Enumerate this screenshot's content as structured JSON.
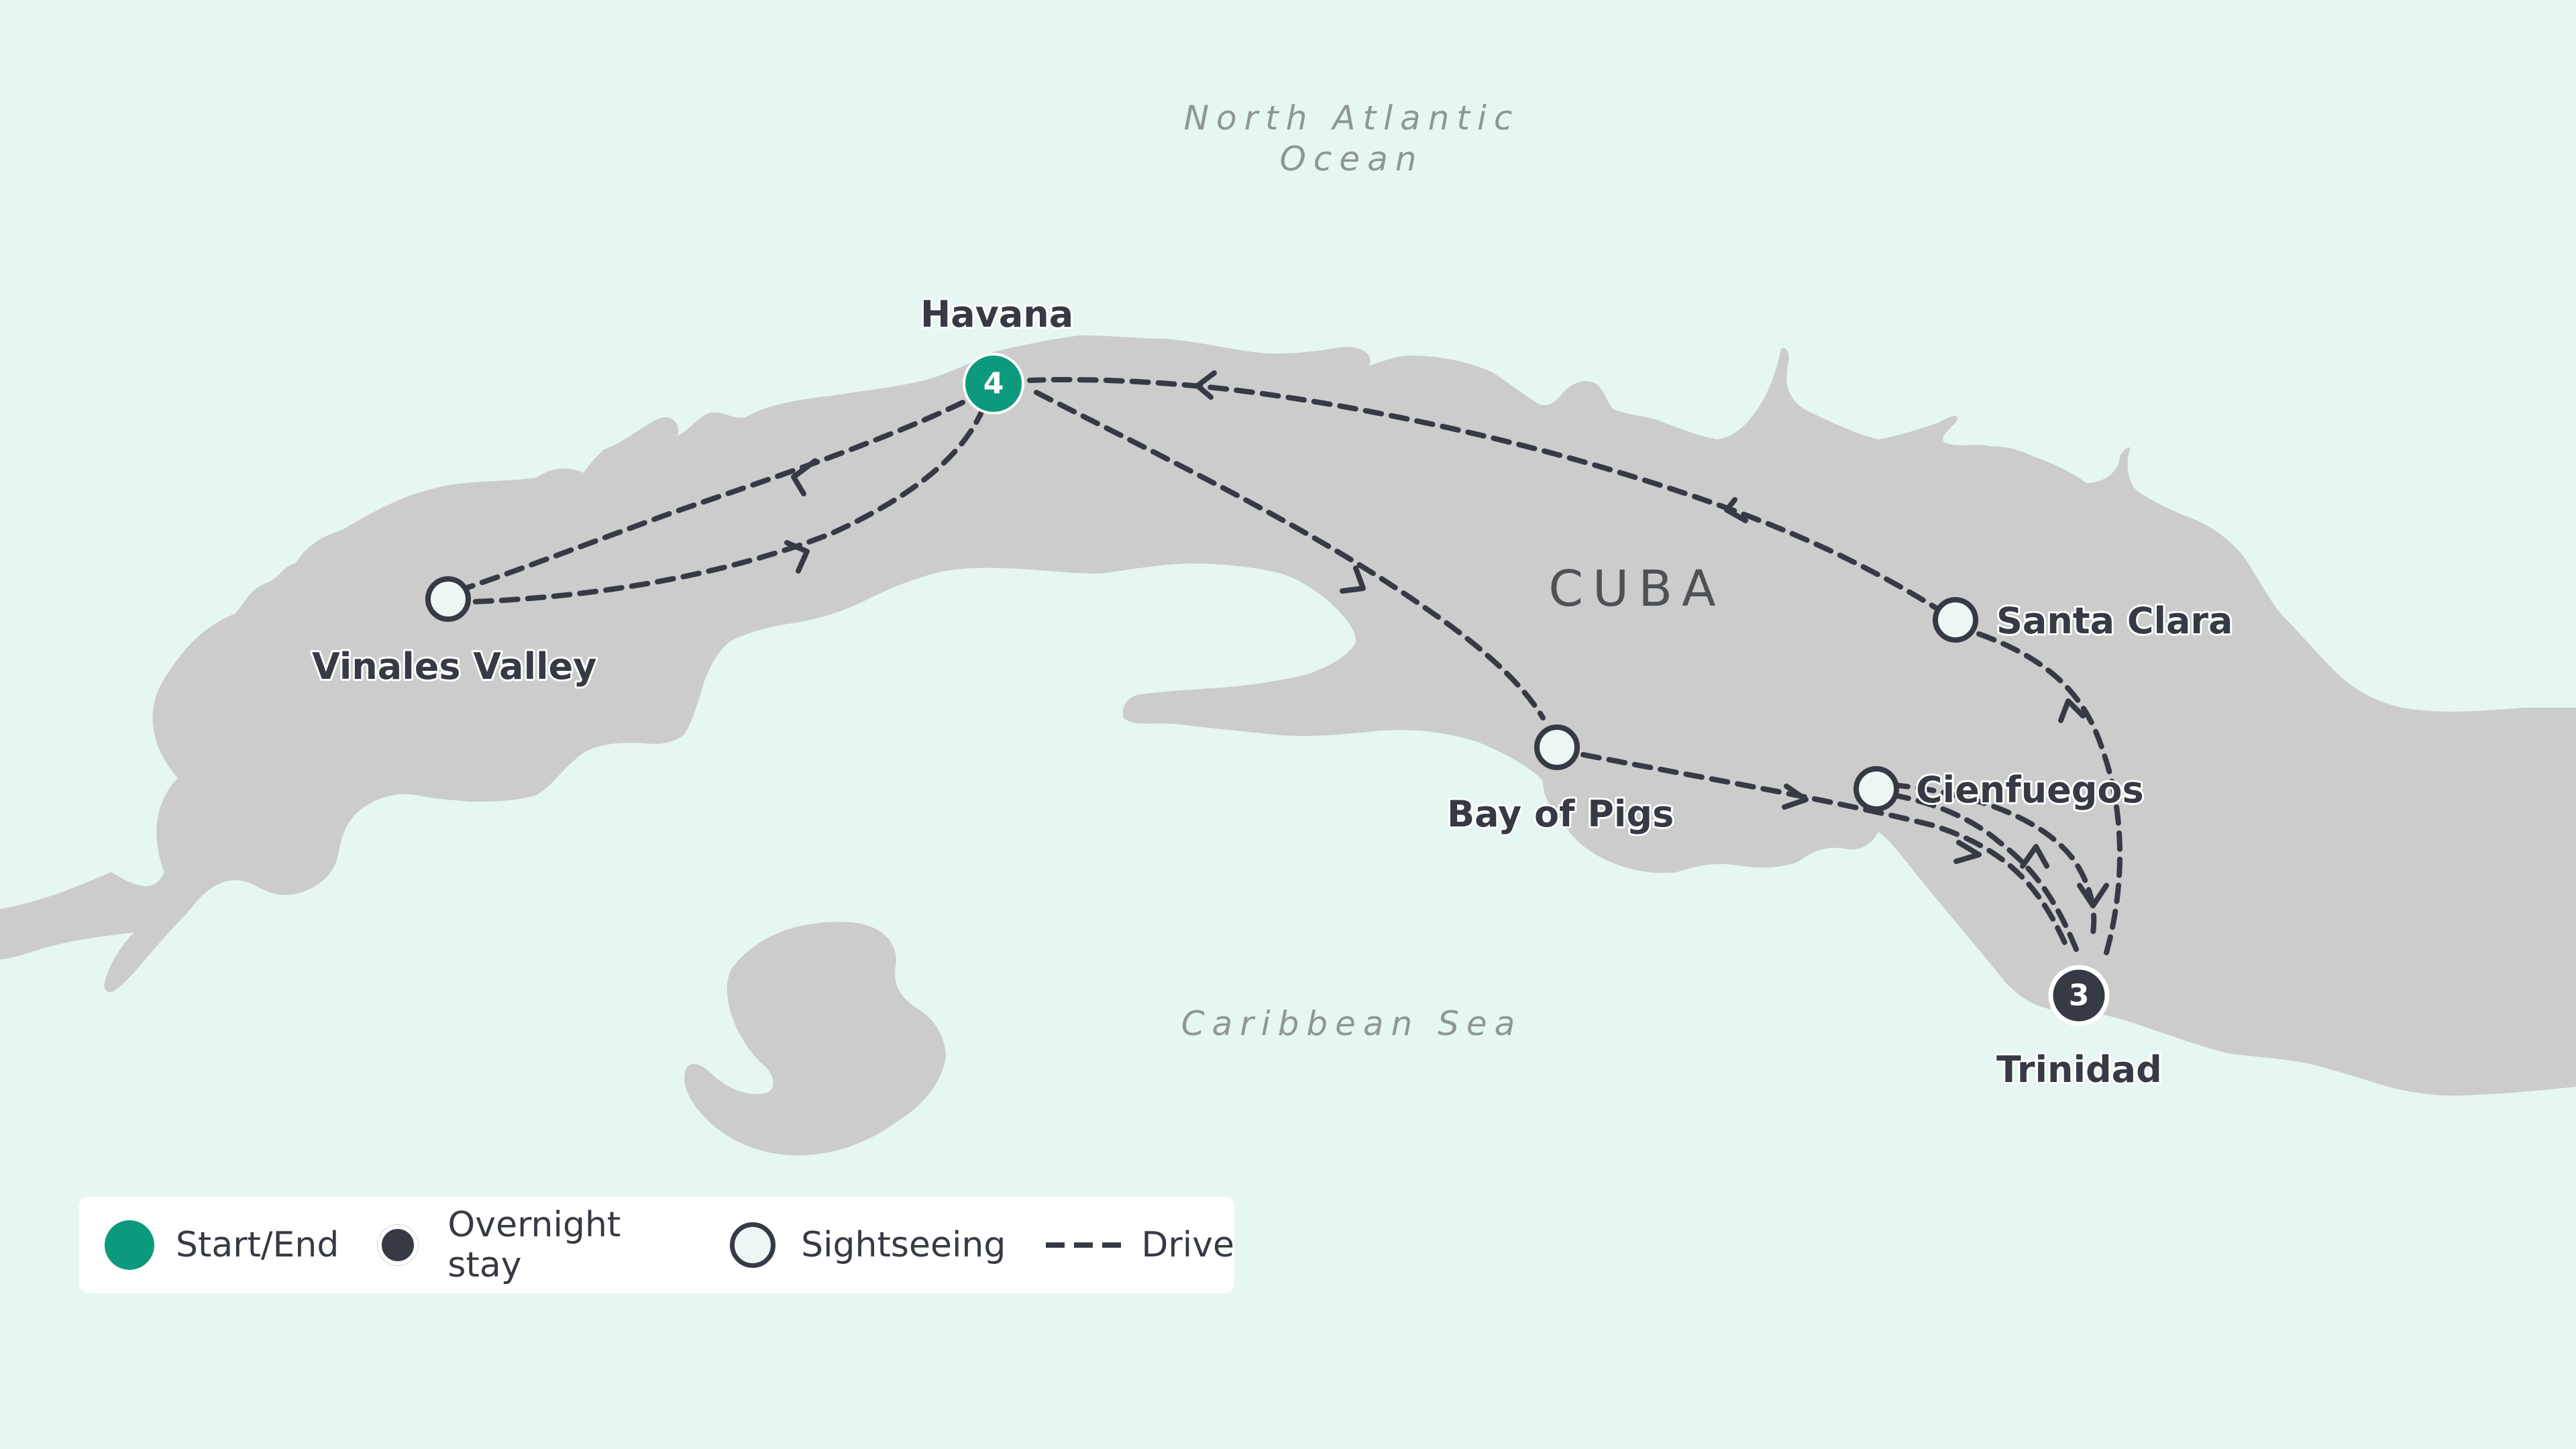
{
  "water_labels": {
    "north_line1": "North Atlantic",
    "north_line2": "Ocean",
    "south": "Caribbean Sea"
  },
  "country_label": "CUBA",
  "places": {
    "havana": {
      "name": "Havana",
      "nights": "4",
      "type": "start-end"
    },
    "vinales": {
      "name": "Vinales Valley",
      "type": "sightseeing"
    },
    "bay_of_pigs": {
      "name": "Bay of Pigs",
      "type": "sightseeing"
    },
    "cienfuegos": {
      "name": "Cienfuegos",
      "type": "sightseeing"
    },
    "santa_clara": {
      "name": "Santa Clara",
      "type": "sightseeing"
    },
    "trinidad": {
      "name": "Trinidad",
      "nights": "3",
      "type": "overnight"
    }
  },
  "route_legs": [
    [
      "havana",
      "vinales"
    ],
    [
      "vinales",
      "havana"
    ],
    [
      "havana",
      "bay_of_pigs"
    ],
    [
      "bay_of_pigs",
      "trinidad"
    ],
    [
      "trinidad",
      "cienfuegos"
    ],
    [
      "cienfuegos",
      "trinidad"
    ],
    [
      "trinidad",
      "santa_clara"
    ],
    [
      "santa_clara",
      "havana"
    ]
  ],
  "legend": {
    "start_end": "Start/End",
    "overnight": "Overnight stay",
    "sightseeing": "Sightseeing",
    "drive": "Drive"
  },
  "colors": {
    "sea": "#e6f6f2",
    "land": "#cccccc",
    "start_end": "#0d9a7c",
    "overnight": "#363a45",
    "sightseeing_fill": "#ecf7f5",
    "route": "#363a45"
  }
}
